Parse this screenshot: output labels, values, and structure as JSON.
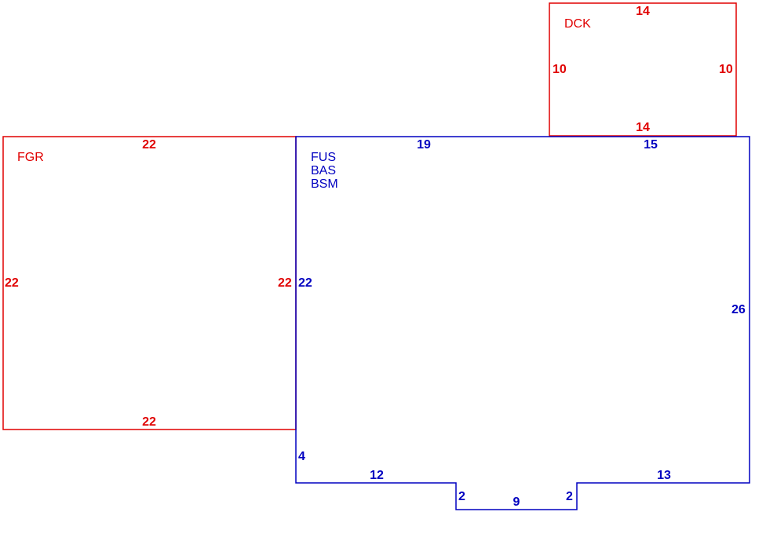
{
  "colors": {
    "secondary": "#e00000",
    "main": "#0000c0"
  },
  "garage": {
    "code": "FGR",
    "top": "22",
    "left": "22",
    "right": "22",
    "bottom": "22"
  },
  "deck": {
    "code": "DCK",
    "top": "14",
    "left": "10",
    "right": "10",
    "bottom": "14"
  },
  "house": {
    "codes": [
      "FUS",
      "BAS",
      "BSM"
    ],
    "top_left": "19",
    "top_right": "15",
    "left": "22",
    "right": "26",
    "left_lower": "4",
    "bottom_left": "12",
    "notch_left": "2",
    "notch_bottom": "9",
    "notch_right": "2",
    "bottom_right": "13"
  }
}
